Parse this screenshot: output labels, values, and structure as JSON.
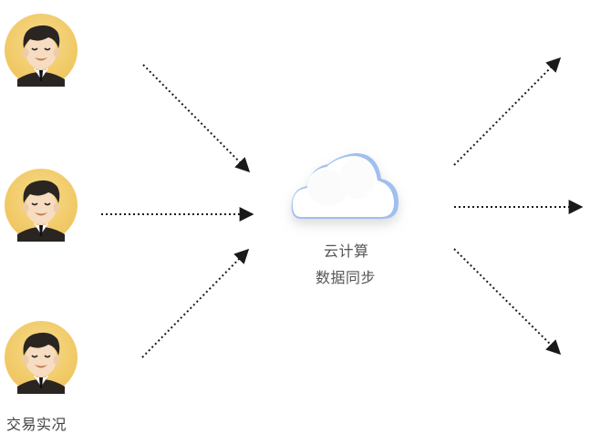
{
  "cloud": {
    "label_line1": "云计算",
    "label_line2": "数据同步"
  },
  "sources": {
    "caption": "交易实况",
    "avatars": [
      "user-avatar",
      "user-avatar",
      "user-avatar"
    ]
  },
  "colors": {
    "avatar_bg": "#f3cf73",
    "hair": "#2b2522",
    "skin": "#f6dcc1",
    "arrow": "#1a1a1a",
    "cloud": "#ffffff",
    "cloud_shadow": "#8fb4e8",
    "text": "#555555"
  }
}
